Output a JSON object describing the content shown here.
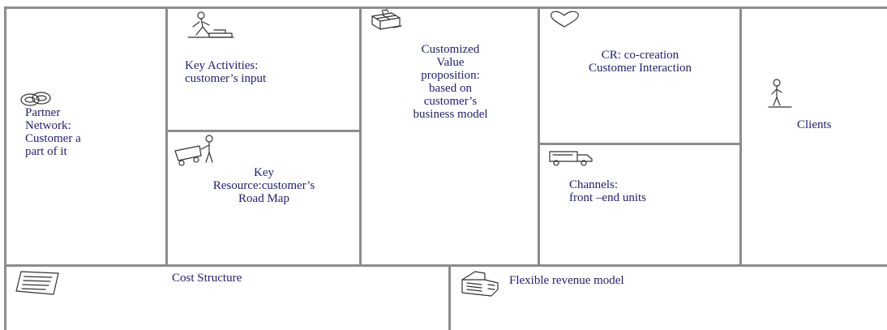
{
  "colors": {
    "grid": "#8c8c8c",
    "text": "#1f1f6b",
    "icon": "#333333"
  },
  "blocks": {
    "partner_network": {
      "lines": [
        "Partner",
        "Network:",
        "Customer a",
        "part of it"
      ],
      "icon": "chain-link-icon"
    },
    "key_activities": {
      "lines": [
        "Key Activities:",
        "customer’s input"
      ],
      "icon": "worker-icon"
    },
    "key_resources": {
      "lines": [
        "Key",
        "Resource:customer’s",
        "Road Map"
      ],
      "icon": "person-with-cart-icon"
    },
    "value_proposition": {
      "lines": [
        "Customized",
        "Value",
        "proposition:",
        "based on",
        "customer’s",
        "business model"
      ],
      "icon": "gift-box-icon"
    },
    "customer_relationships": {
      "lines": [
        "CR: co-creation",
        "Customer Interaction"
      ],
      "icon": "heart-icon"
    },
    "channels": {
      "lines": [
        "Channels:",
        "front –end units"
      ],
      "icon": "truck-icon"
    },
    "clients": {
      "lines": [
        "Clients"
      ],
      "icon": "standing-person-icon"
    },
    "cost_structure": {
      "lines": [
        "Cost Structure"
      ],
      "icon": "invoice-icon"
    },
    "revenue_streams": {
      "lines": [
        "Flexible revenue model"
      ],
      "icon": "cash-register-icon"
    }
  }
}
